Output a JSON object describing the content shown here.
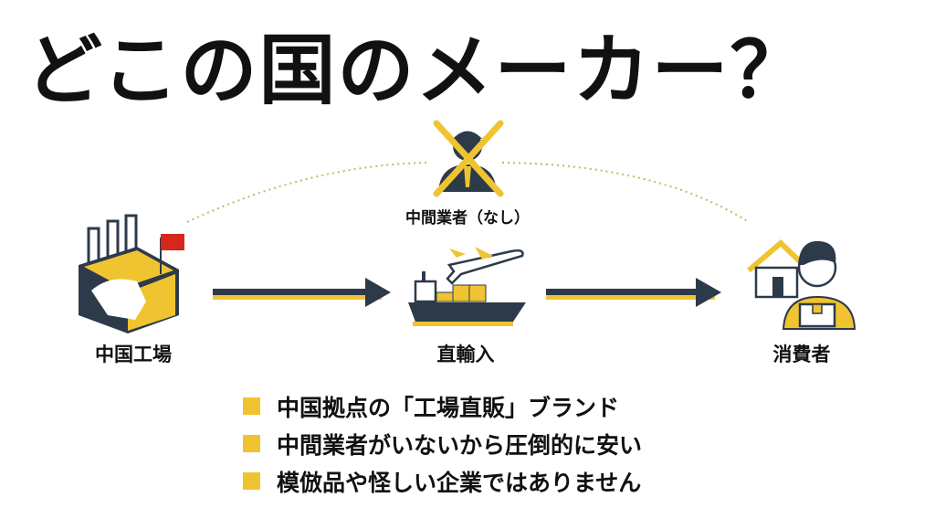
{
  "title": "どこの国のメーカー？",
  "middleman": {
    "label": "中間業者（なし）",
    "icon": "crossed-out-businessman-icon"
  },
  "nodes": [
    {
      "label": "中国工場",
      "icon": "china-factory-icon"
    },
    {
      "label": "直輸入",
      "icon": "ship-and-plane-icon"
    },
    {
      "label": "消費者",
      "icon": "consumer-with-package-icon"
    }
  ],
  "bullets": [
    "中国拠点の「工場直販」ブランド",
    "中間業者がいないから圧倒的に安い",
    "模倣品や怪しい企業ではありません"
  ],
  "colors": {
    "navy": "#2c3a4a",
    "yellow": "#f0c431",
    "red": "#d7261e"
  }
}
